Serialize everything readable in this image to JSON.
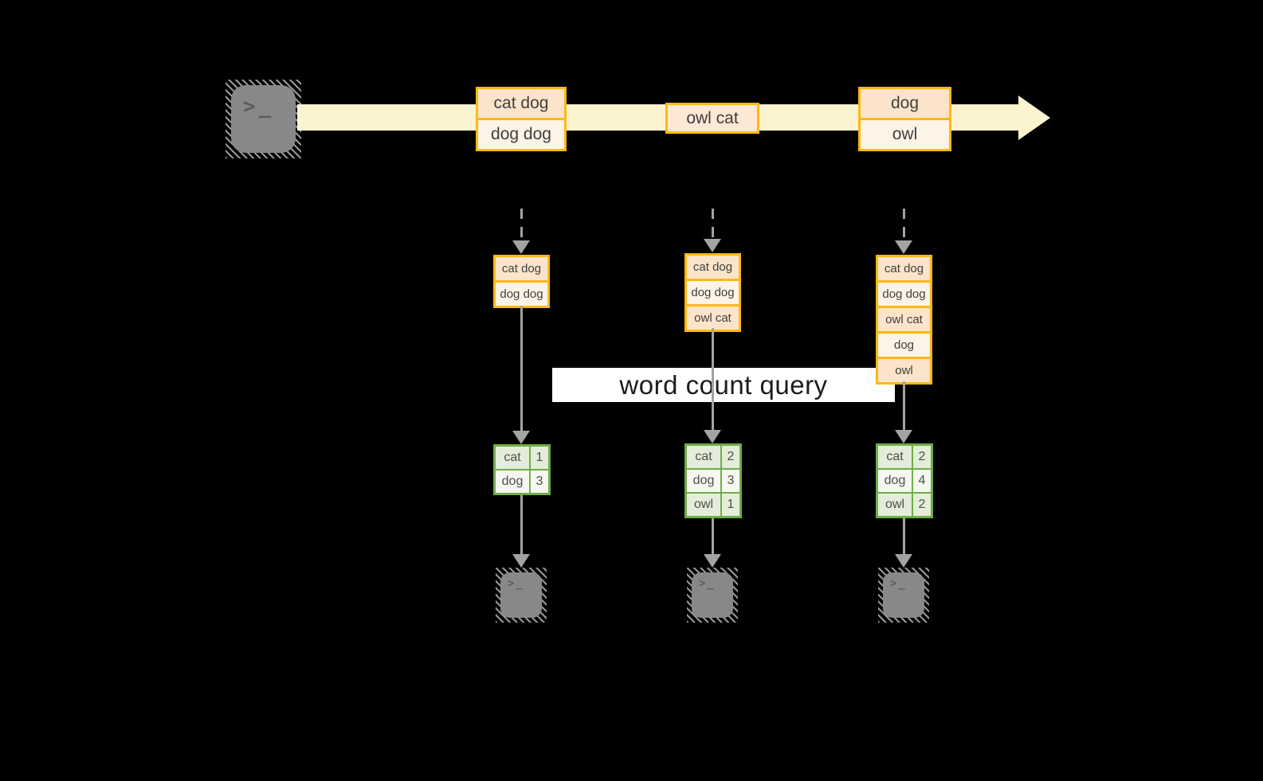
{
  "diagram": {
    "banner": {
      "label": "word count query"
    },
    "icons": {
      "source_terminal_glyph": ">_",
      "sink_terminal_glyph": ">_"
    },
    "colors": {
      "background": "#000000",
      "stream_band": "#fcf3d1",
      "record_border": "#fdb913",
      "record_fill_peach": "#fce4ca",
      "record_fill_cream": "#fdf3e6",
      "table_border": "#70ad47",
      "table_fill_dark": "#e3edd9",
      "table_fill_light": "#f4f8f0",
      "arrow_gray": "#a3a3a3",
      "terminal_gray": "#888888",
      "banner_bg": "#ffffff"
    },
    "stream": {
      "events": [
        {
          "rows": [
            "cat dog",
            "dog dog"
          ]
        },
        {
          "rows": [
            "owl cat"
          ]
        },
        {
          "rows": [
            "dog",
            "owl"
          ]
        }
      ]
    },
    "partitions": [
      {
        "records": [
          "cat dog",
          "dog dog"
        ]
      },
      {
        "records": [
          "cat dog",
          "dog dog",
          "owl cat"
        ]
      },
      {
        "records": [
          "cat dog",
          "dog dog",
          "owl cat",
          "dog",
          "owl"
        ]
      }
    ],
    "count_tables": [
      {
        "rows": [
          {
            "word": "cat",
            "count": "1"
          },
          {
            "word": "dog",
            "count": "3"
          }
        ]
      },
      {
        "rows": [
          {
            "word": "cat",
            "count": "2"
          },
          {
            "word": "dog",
            "count": "3"
          },
          {
            "word": "owl",
            "count": "1"
          }
        ]
      },
      {
        "rows": [
          {
            "word": "cat",
            "count": "2"
          },
          {
            "word": "dog",
            "count": "4"
          },
          {
            "word": "owl",
            "count": "2"
          }
        ]
      }
    ]
  }
}
